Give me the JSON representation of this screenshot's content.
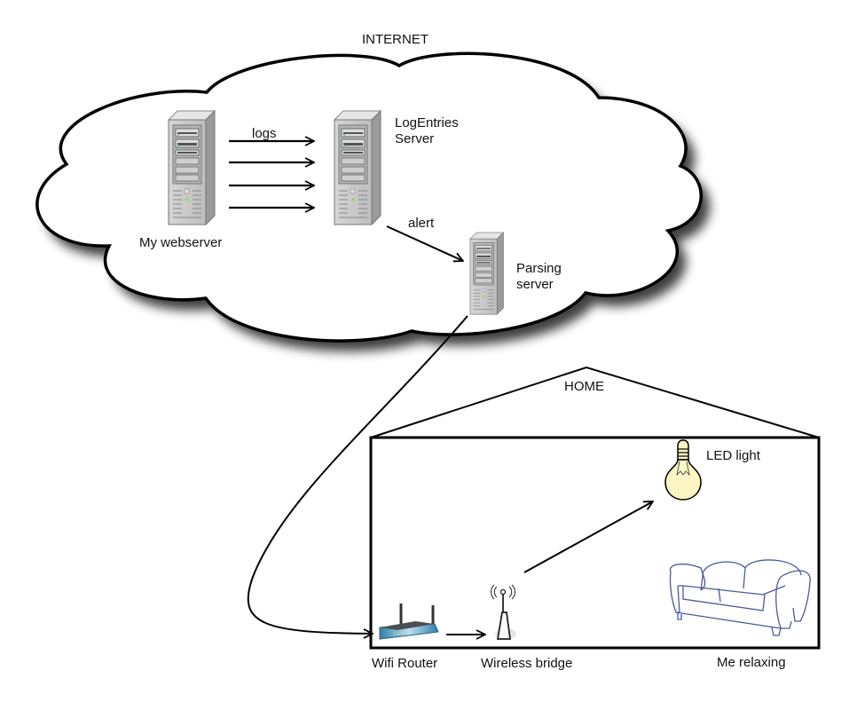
{
  "internet": {
    "title": "INTERNET",
    "webserver_label": "My webserver",
    "logentries_label": "LogEntries\nServer",
    "parsing_label": "Parsing\nserver",
    "logs_label": "logs",
    "alert_label": "alert"
  },
  "home": {
    "title": "HOME",
    "led_label": "LED light",
    "router_label": "Wifi Router",
    "bridge_label": "Wireless bridge",
    "couch_label": "Me relaxing"
  },
  "icons": {
    "webserver": "server-tower-icon",
    "logentries": "server-tower-icon",
    "parsing": "server-tower-icon",
    "router": "wifi-router-icon",
    "bridge": "wireless-antenna-icon",
    "light": "light-bulb-icon",
    "couch": "couch-icon"
  },
  "colors": {
    "outline": "#000000",
    "bulb_fill": "#fbf6c4",
    "couch_stroke": "#4a5a9c",
    "router_blue": "#3a88b0",
    "server_gray": "#c8c8c8"
  }
}
